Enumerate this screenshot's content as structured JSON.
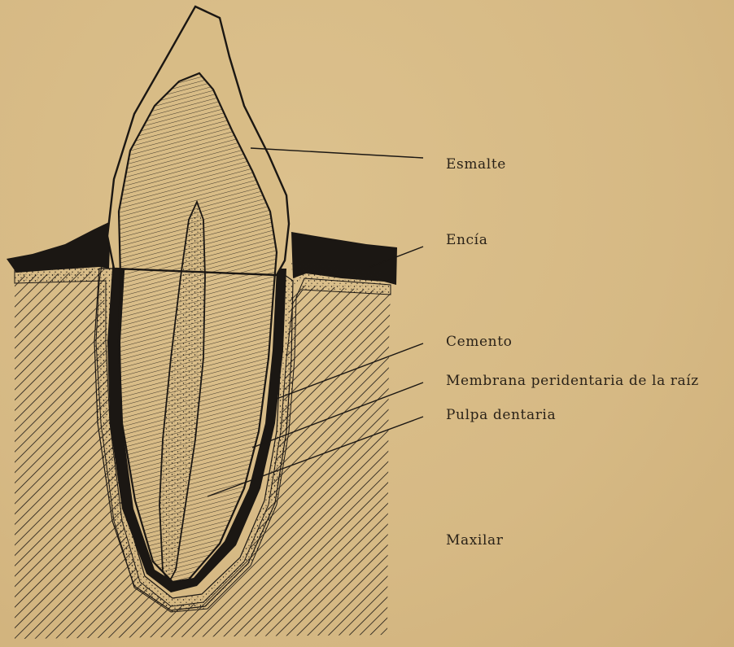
{
  "labels": {
    "esmalte": "Esmalte",
    "encia": "Encía",
    "cemento": "Cemento",
    "membrana": "Membrana peridentaria de la raíz",
    "pulpa": "Pulpa dentaria",
    "maxilar": "Maxilar"
  },
  "colors": {
    "paper": "#d6b984",
    "ink": "#1b1713"
  }
}
